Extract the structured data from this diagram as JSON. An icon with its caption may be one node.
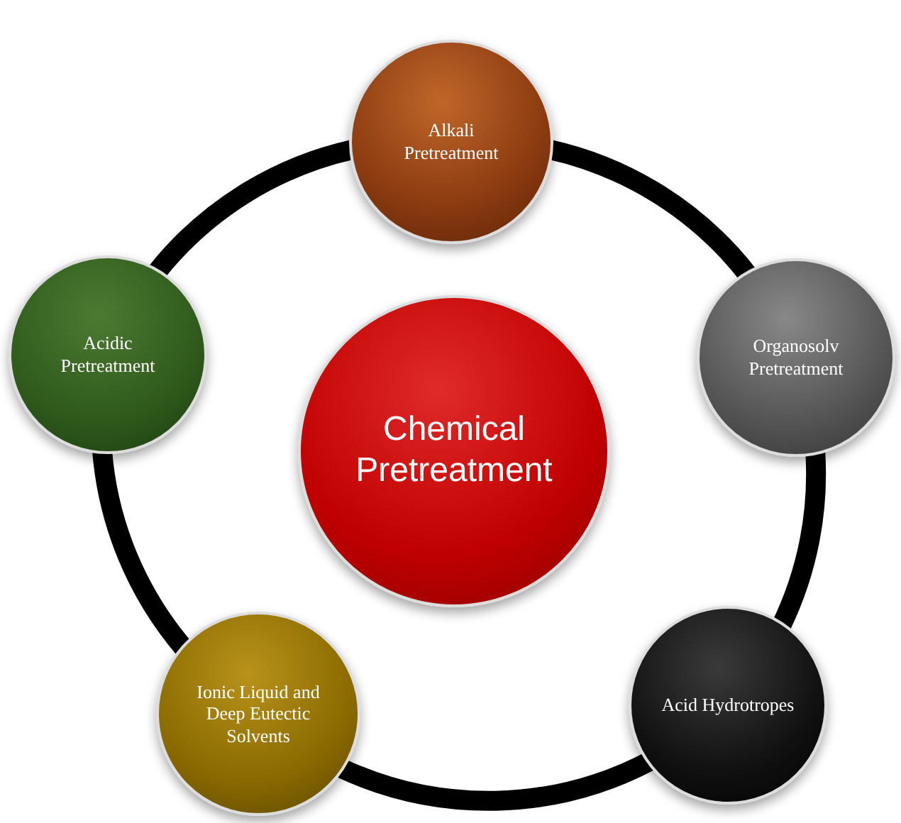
{
  "diagram": {
    "nodes": [
      {
        "text": [
          "Alkali Pretreatment"
        ]
      },
      {
        "text": [
          "Acidic Pretreatment"
        ]
      },
      {
        "text": [
          "Organosolv Pretreatment"
        ]
      },
      {
        "text": [
          "Chemical Pretreatment"
        ]
      },
      {
        "text": [
          "Ionic Liquid and Deep Eutectic Solvents"
        ]
      },
      {
        "text": [
          "Acid Hydrotropes"
        ]
      }
    ],
    "edges": [
      {
        "from": 0,
        "to": 2,
        "arrow": "none"
      },
      {
        "from": 2,
        "to": 5,
        "arrow": "none"
      },
      {
        "from": 5,
        "to": 4,
        "arrow": "none"
      },
      {
        "from": 4,
        "to": 1,
        "arrow": "none"
      },
      {
        "from": 1,
        "to": 0,
        "arrow": "none"
      }
    ]
  }
}
